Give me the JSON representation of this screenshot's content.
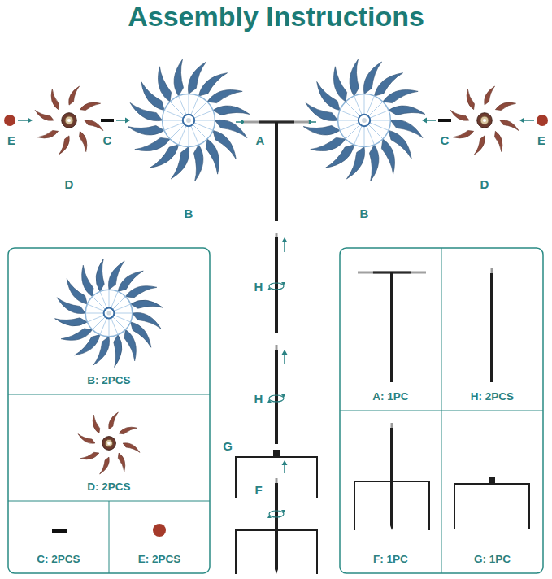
{
  "diagram": {
    "title": "Assembly Instructions",
    "nodes": [
      {
        "text": [
          "B: 2PCS"
        ]
      },
      {
        "text": [
          "D: 2PCS"
        ]
      },
      {
        "text": [
          "C: 2PCS"
        ]
      },
      {
        "text": [
          "E: 2PCS"
        ]
      },
      {
        "text": [
          "A: 1PC"
        ]
      },
      {
        "text": [
          "H: 2PCS"
        ]
      },
      {
        "text": [
          "F: 1PC"
        ]
      },
      {
        "text": [
          "G: 1PC"
        ]
      }
    ],
    "labels": [
      "E",
      "D",
      "C",
      "B",
      "A",
      "B",
      "C",
      "D",
      "E",
      "H",
      "H",
      "G",
      "F"
    ]
  }
}
